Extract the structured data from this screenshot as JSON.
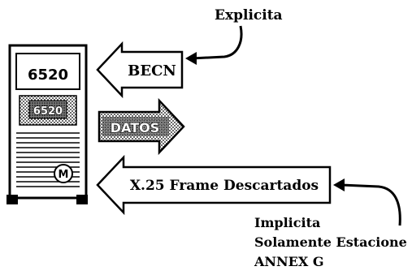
{
  "device": {
    "model": "6520",
    "screen_text": "6520"
  },
  "arrows": {
    "becn": "BECN",
    "datos": "DATOS",
    "frame": "X.25 Frame Descartados"
  },
  "annotations": {
    "explicita": "Explicita",
    "implicita": "Implicita",
    "solamente": "Solamente Estacione",
    "annex": "ANNEX G"
  },
  "colors": {
    "stroke": "#000000",
    "background": "#ffffff",
    "hatch": "#555555"
  }
}
